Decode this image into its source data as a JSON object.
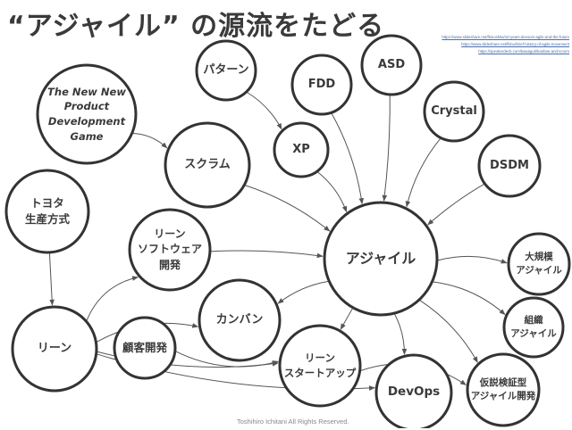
{
  "title": "“アジャイル” の源流をたどる",
  "references": [
    "https://www.slideshare.net/fkinoshita/10-years-devsum-agile-and-the-future",
    "https://www.slideshare.net/fkino/brief-history-of-agile-movement",
    "https://speakerdeck.com/kawaguti/kanban-and-scrum"
  ],
  "footer": "Toshihiro Ichitani All Rights Reserved.",
  "colors": {
    "stroke": "#333333",
    "edge": "#555555",
    "text": "#3a3a3a",
    "link": "#4a6ea9"
  },
  "nodes": [
    {
      "id": "nnpdg",
      "label": "The New New\nProduct\nDevelopment\nGame",
      "italic": true
    },
    {
      "id": "pattern",
      "label": "パターン"
    },
    {
      "id": "fdd",
      "label": "FDD"
    },
    {
      "id": "asd",
      "label": "ASD"
    },
    {
      "id": "crystal",
      "label": "Crystal"
    },
    {
      "id": "xp",
      "label": "XP"
    },
    {
      "id": "scrum",
      "label": "スクラム"
    },
    {
      "id": "dsdm",
      "label": "DSDM"
    },
    {
      "id": "toyota",
      "label": "トヨタ\n生産方式"
    },
    {
      "id": "leansw",
      "label": "リーン\nソフトウェア\n開発"
    },
    {
      "id": "agile",
      "label": "アジャイル"
    },
    {
      "id": "large",
      "label": "大規模\nアジャイル"
    },
    {
      "id": "kanban",
      "label": "カンバン"
    },
    {
      "id": "lean",
      "label": "リーン"
    },
    {
      "id": "custdev",
      "label": "顧客開発"
    },
    {
      "id": "leanstartup",
      "label": "リーン\nスタートアップ"
    },
    {
      "id": "org",
      "label": "組織\nアジャイル"
    },
    {
      "id": "devops",
      "label": "DevOps"
    },
    {
      "id": "hypo",
      "label": "仮説検証型\nアジャイル開発"
    }
  ],
  "edges": [
    {
      "from": "nnpdg",
      "to": "scrum"
    },
    {
      "from": "pattern",
      "to": "xp"
    },
    {
      "from": "scrum",
      "to": "agile"
    },
    {
      "from": "xp",
      "to": "agile"
    },
    {
      "from": "fdd",
      "to": "agile"
    },
    {
      "from": "asd",
      "to": "agile"
    },
    {
      "from": "crystal",
      "to": "agile"
    },
    {
      "from": "dsdm",
      "to": "agile"
    },
    {
      "from": "leansw",
      "to": "agile"
    },
    {
      "from": "toyota",
      "to": "lean"
    },
    {
      "from": "lean",
      "to": "leansw"
    },
    {
      "from": "lean",
      "to": "kanban"
    },
    {
      "from": "lean",
      "to": "leanstartup"
    },
    {
      "from": "lean",
      "to": "devops"
    },
    {
      "from": "custdev",
      "to": "leanstartup"
    },
    {
      "from": "agile",
      "to": "kanban"
    },
    {
      "from": "agile",
      "to": "leanstartup"
    },
    {
      "from": "agile",
      "to": "large"
    },
    {
      "from": "agile",
      "to": "org"
    },
    {
      "from": "agile",
      "to": "devops"
    },
    {
      "from": "agile",
      "to": "hypo"
    },
    {
      "from": "leanstartup",
      "to": "hypo"
    }
  ]
}
